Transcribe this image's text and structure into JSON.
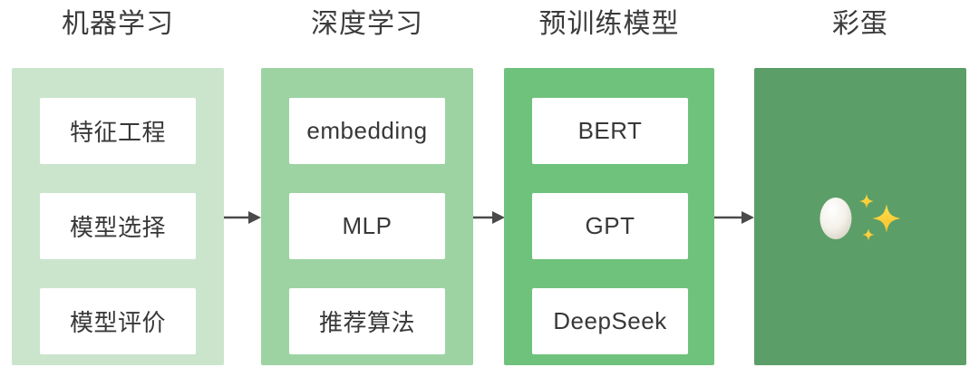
{
  "diagram": {
    "background": "#ffffff",
    "title_color": "#3c3c3c",
    "box_text_color": "#383838",
    "arrow_color": "#4a4a4a",
    "sparkle_color": "#fcc828",
    "egg_color": "#f4f1ea",
    "columns": [
      {
        "title": "机器学习",
        "color": "#cbe5cd",
        "items": [
          "特征工程",
          "模型选择",
          "模型评价"
        ]
      },
      {
        "title": "深度学习",
        "color": "#9dd3a3",
        "items": [
          "embedding",
          "MLP",
          "推荐算法"
        ]
      },
      {
        "title": "预训练模型",
        "color": "#6fc27c",
        "items": [
          "BERT",
          "GPT",
          "DeepSeek"
        ]
      },
      {
        "title": "彩蛋",
        "color": "#5c9e67",
        "items": [],
        "icons": [
          "egg-icon",
          "sparkles-icon"
        ]
      }
    ]
  }
}
